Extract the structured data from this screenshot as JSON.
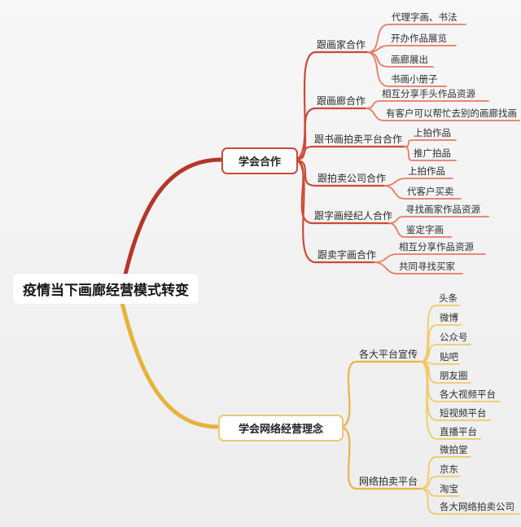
{
  "map": {
    "root": "疫情当下画廊经营模式转变",
    "branch1": {
      "label": "学会合作",
      "topics": [
        {
          "label": "跟画家合作",
          "leaves": [
            "代理字画、书法",
            "开办作品展览",
            "画廊展出",
            "书画小册子"
          ]
        },
        {
          "label": "跟画廊合作",
          "leaves": [
            "相互分享手头作品资源",
            "有客户可以帮忙去别的画廊找画"
          ]
        },
        {
          "label": "跟书画拍卖平台合作",
          "leaves": [
            "上拍作品",
            "推广拍品"
          ]
        },
        {
          "label": "跟拍卖公司合作",
          "leaves": [
            "上拍作品",
            "代客户买卖"
          ]
        },
        {
          "label": "跟字画经纪人合作",
          "leaves": [
            "寻找画家作品资源",
            "鉴定字画"
          ]
        },
        {
          "label": "跟卖字画合作",
          "leaves": [
            "相互分享作品资源",
            "共同寻找买家"
          ]
        }
      ]
    },
    "branch2": {
      "label": "学会网络经营理念",
      "topics": [
        {
          "label": "各大平台宣传",
          "leaves": [
            "头条",
            "微博",
            "公众号",
            "贴吧",
            "朋友圈",
            "各大视频平台",
            "短视频平台",
            "直播平台"
          ]
        },
        {
          "label": "网络拍卖平台",
          "leaves": [
            "微拍堂",
            "京东",
            "淘宝",
            "各大网络拍卖公司"
          ]
        }
      ]
    },
    "colors": {
      "branch1_trunk": "#b5362a",
      "branch1_topic": "#cd4a37",
      "branch1_leaf": "#e87a60",
      "branch2_trunk": "#e6b23b",
      "branch2_topic": "#eab542",
      "branch2_leaf": "#f1c967",
      "background": "#f1f1f1"
    }
  }
}
